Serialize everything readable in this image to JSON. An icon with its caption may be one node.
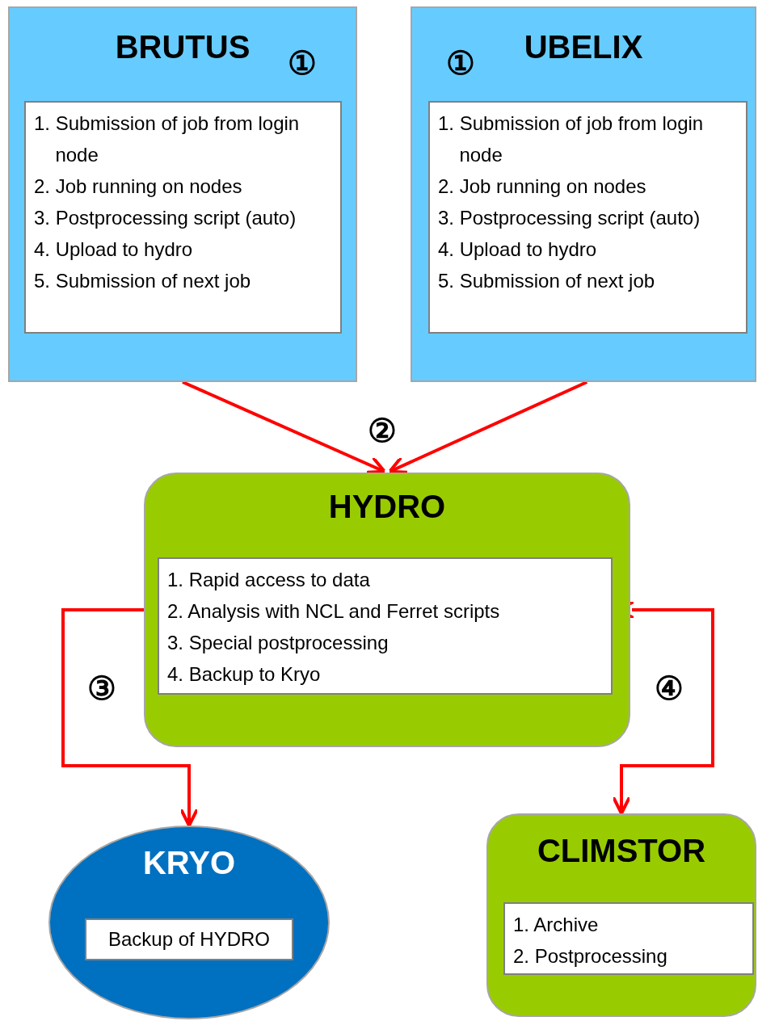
{
  "diagram": {
    "nodes": [
      {
        "text": [
          "BRUTUS"
        ]
      },
      {
        "text": [
          "1. Submission of job from login node",
          "2. Job running on nodes",
          "3. Postprocessing script (auto)",
          "4. Upload to hydro",
          "5. Submission of next job"
        ],
        "in": 0
      },
      {
        "text": [
          "UBELIX"
        ]
      },
      {
        "text": [
          "1. Submission of job from login node",
          "2. Job running on nodes",
          "3. Postprocessing script (auto)",
          "4. Upload to hydro",
          "5. Submission of next job"
        ],
        "in": 2
      },
      {
        "text": [
          "HYDRO"
        ]
      },
      {
        "text": [
          "1. Rapid access to data",
          "2. Analysis with NCL and Ferret scripts",
          "3. Special postprocessing",
          "4. Backup to Kryo"
        ],
        "in": 4
      },
      {
        "text": [
          "KRYO"
        ]
      },
      {
        "text": [
          "Backup of HYDRO"
        ],
        "in": 6
      },
      {
        "text": [
          "CLIMSTOR"
        ]
      },
      {
        "text": [
          "1. Archive",
          "2. Postprocessing"
        ],
        "in": 8
      }
    ],
    "edges": [
      {
        "from": 0,
        "to": 4,
        "arrow": "to"
      },
      {
        "from": 2,
        "to": 4,
        "arrow": "to"
      },
      {
        "from": 4,
        "to": 6,
        "arrow": "to"
      },
      {
        "from": 4,
        "to": 8,
        "arrow": "both"
      }
    ],
    "labels": [
      "①",
      "①",
      "②",
      "③",
      "④"
    ]
  }
}
